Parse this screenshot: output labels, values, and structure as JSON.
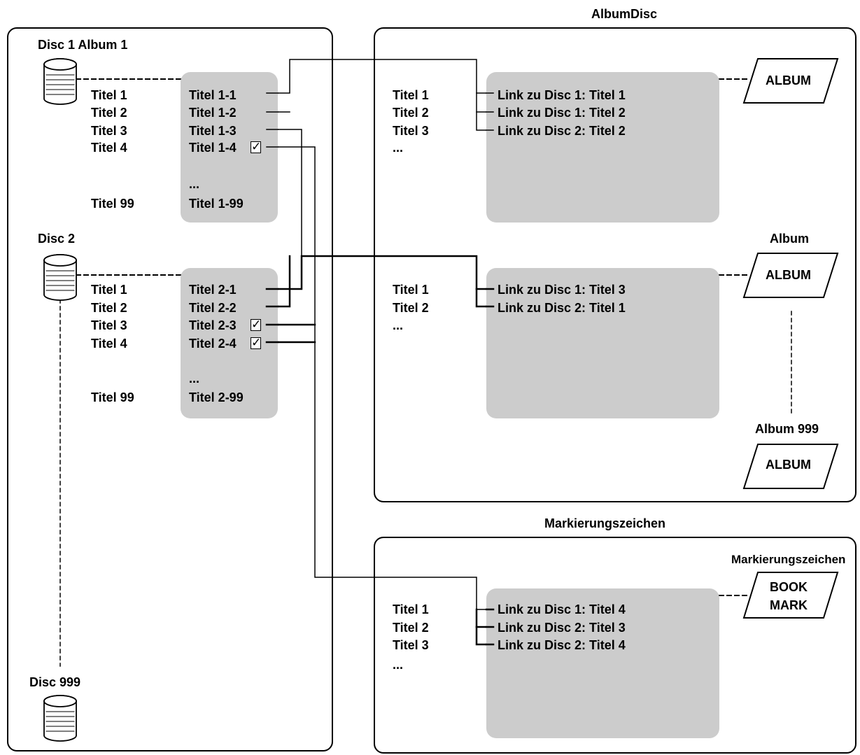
{
  "library": {
    "disc1_label": "Disc 1 Album 1",
    "disc2_label": "Disc 2",
    "disc999_label": "Disc 999",
    "disc1_left": [
      "Titel 1",
      "Titel 2",
      "Titel 3",
      "Titel 4",
      "Titel 99"
    ],
    "disc1_tracks": [
      "Titel 1-1",
      "Titel 1-2",
      "Titel 1-3",
      "Titel 1-4",
      "...",
      "Titel 1-99"
    ],
    "disc2_left": [
      "Titel 1",
      "Titel 2",
      "Titel 3",
      "Titel 4",
      "Titel 99"
    ],
    "disc2_tracks": [
      "Titel 2-1",
      "Titel 2-2",
      "Titel 2-3",
      "Titel 2-4",
      "...",
      "Titel 2-99"
    ],
    "check_mark": "✓"
  },
  "albumdisc": {
    "heading": "AlbumDisc",
    "album_label": "Album",
    "album999_label": "Album 999",
    "tag": "ALBUM",
    "list1_left": [
      "Titel 1",
      "Titel 2",
      "Titel 3",
      "..."
    ],
    "list1_links": [
      "Link zu Disc 1: Titel 1",
      "Link zu Disc 1: Titel 2",
      "Link zu Disc 2: Titel 2"
    ],
    "list2_left": [
      "Titel 1",
      "Titel 2",
      "..."
    ],
    "list2_links": [
      "Link zu Disc 1: Titel 3",
      "Link zu Disc 2: Titel 1"
    ]
  },
  "bookmarks": {
    "heading": "Markierungszeichen",
    "side_label": "Markierungszeichen",
    "tag_line1": "BOOK",
    "tag_line2": "MARK",
    "left": [
      "Titel 1",
      "Titel 2",
      "Titel 3",
      "..."
    ],
    "links": [
      "Link zu Disc 1: Titel 4",
      "Link zu Disc 2: Titel 3",
      "Link zu Disc 2: Titel 4"
    ]
  }
}
